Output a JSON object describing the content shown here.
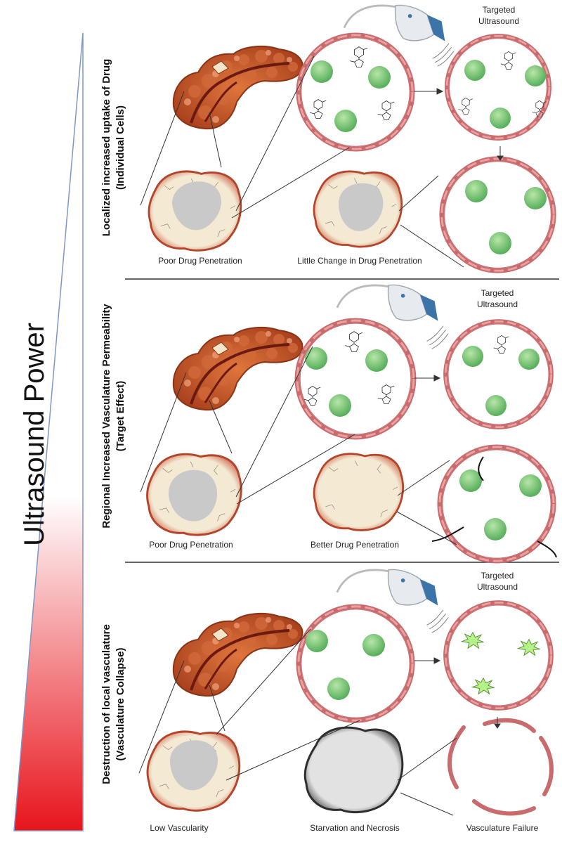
{
  "axis": {
    "title": "Ultrasound Power"
  },
  "rows": [
    {
      "title_line1": "Localized increased uptake of Drug",
      "title_line2": "(Individual Cells)",
      "ultrasound_label_line1": "Targeted",
      "ultrasound_label_line2": "Ultrasound",
      "label_left": "Poor Drug Penetration",
      "label_middle": "Little Change in Drug Penetration",
      "label_right": ""
    },
    {
      "title_line1": "Regional Increased Vasculature Permeability",
      "title_line2": "(Target Effect)",
      "ultrasound_label_line1": "Targeted",
      "ultrasound_label_line2": "Ultrasound",
      "label_left": "Poor Drug Penetration",
      "label_middle": "Better Drug Penetration",
      "label_right": ""
    },
    {
      "title_line1": "Destruction of local vasculature",
      "title_line2": "(Vasculature Collapse)",
      "ultrasound_label_line1": "Targeted",
      "ultrasound_label_line2": "Ultrasound",
      "label_left": "Low Vascularity",
      "label_middle": "Starvation and Necrosis",
      "label_right": "Vasculature Failure"
    }
  ],
  "colors": {
    "gradient_top": "#ffffff",
    "gradient_bottom": "#e8141c",
    "vessel": "#d8777a",
    "bubble": "#7cc77a",
    "pancreas": "#c9552a",
    "tumor_fill": "#f4ead3",
    "tumor_rim": "#c9553a",
    "necrosis": "#d9d9d9"
  }
}
